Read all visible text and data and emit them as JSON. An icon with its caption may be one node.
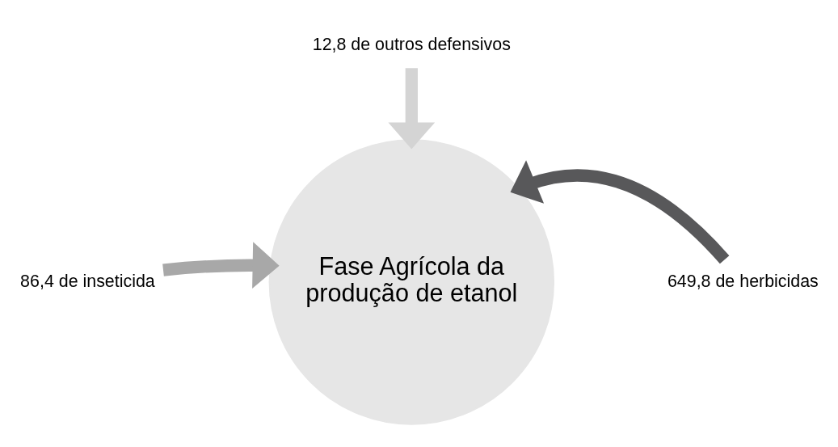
{
  "diagram": {
    "nodes": [
      {
        "text": [
          "Fase Agrícola da produção de etanol"
        ]
      },
      {
        "text": [
          "12,8 de outros defensivos"
        ]
      },
      {
        "text": [
          "86,4 de inseticida"
        ]
      },
      {
        "text": [
          "649,8 de herbicidas"
        ]
      }
    ],
    "edges": [
      {
        "from": 1,
        "to": 0,
        "arrow": "to",
        "color": "#d4d4d4"
      },
      {
        "from": 2,
        "to": 0,
        "arrow": "to",
        "color": "#a8a8a8"
      },
      {
        "from": 3,
        "to": 0,
        "arrow": "to",
        "color": "#58585a"
      }
    ]
  }
}
